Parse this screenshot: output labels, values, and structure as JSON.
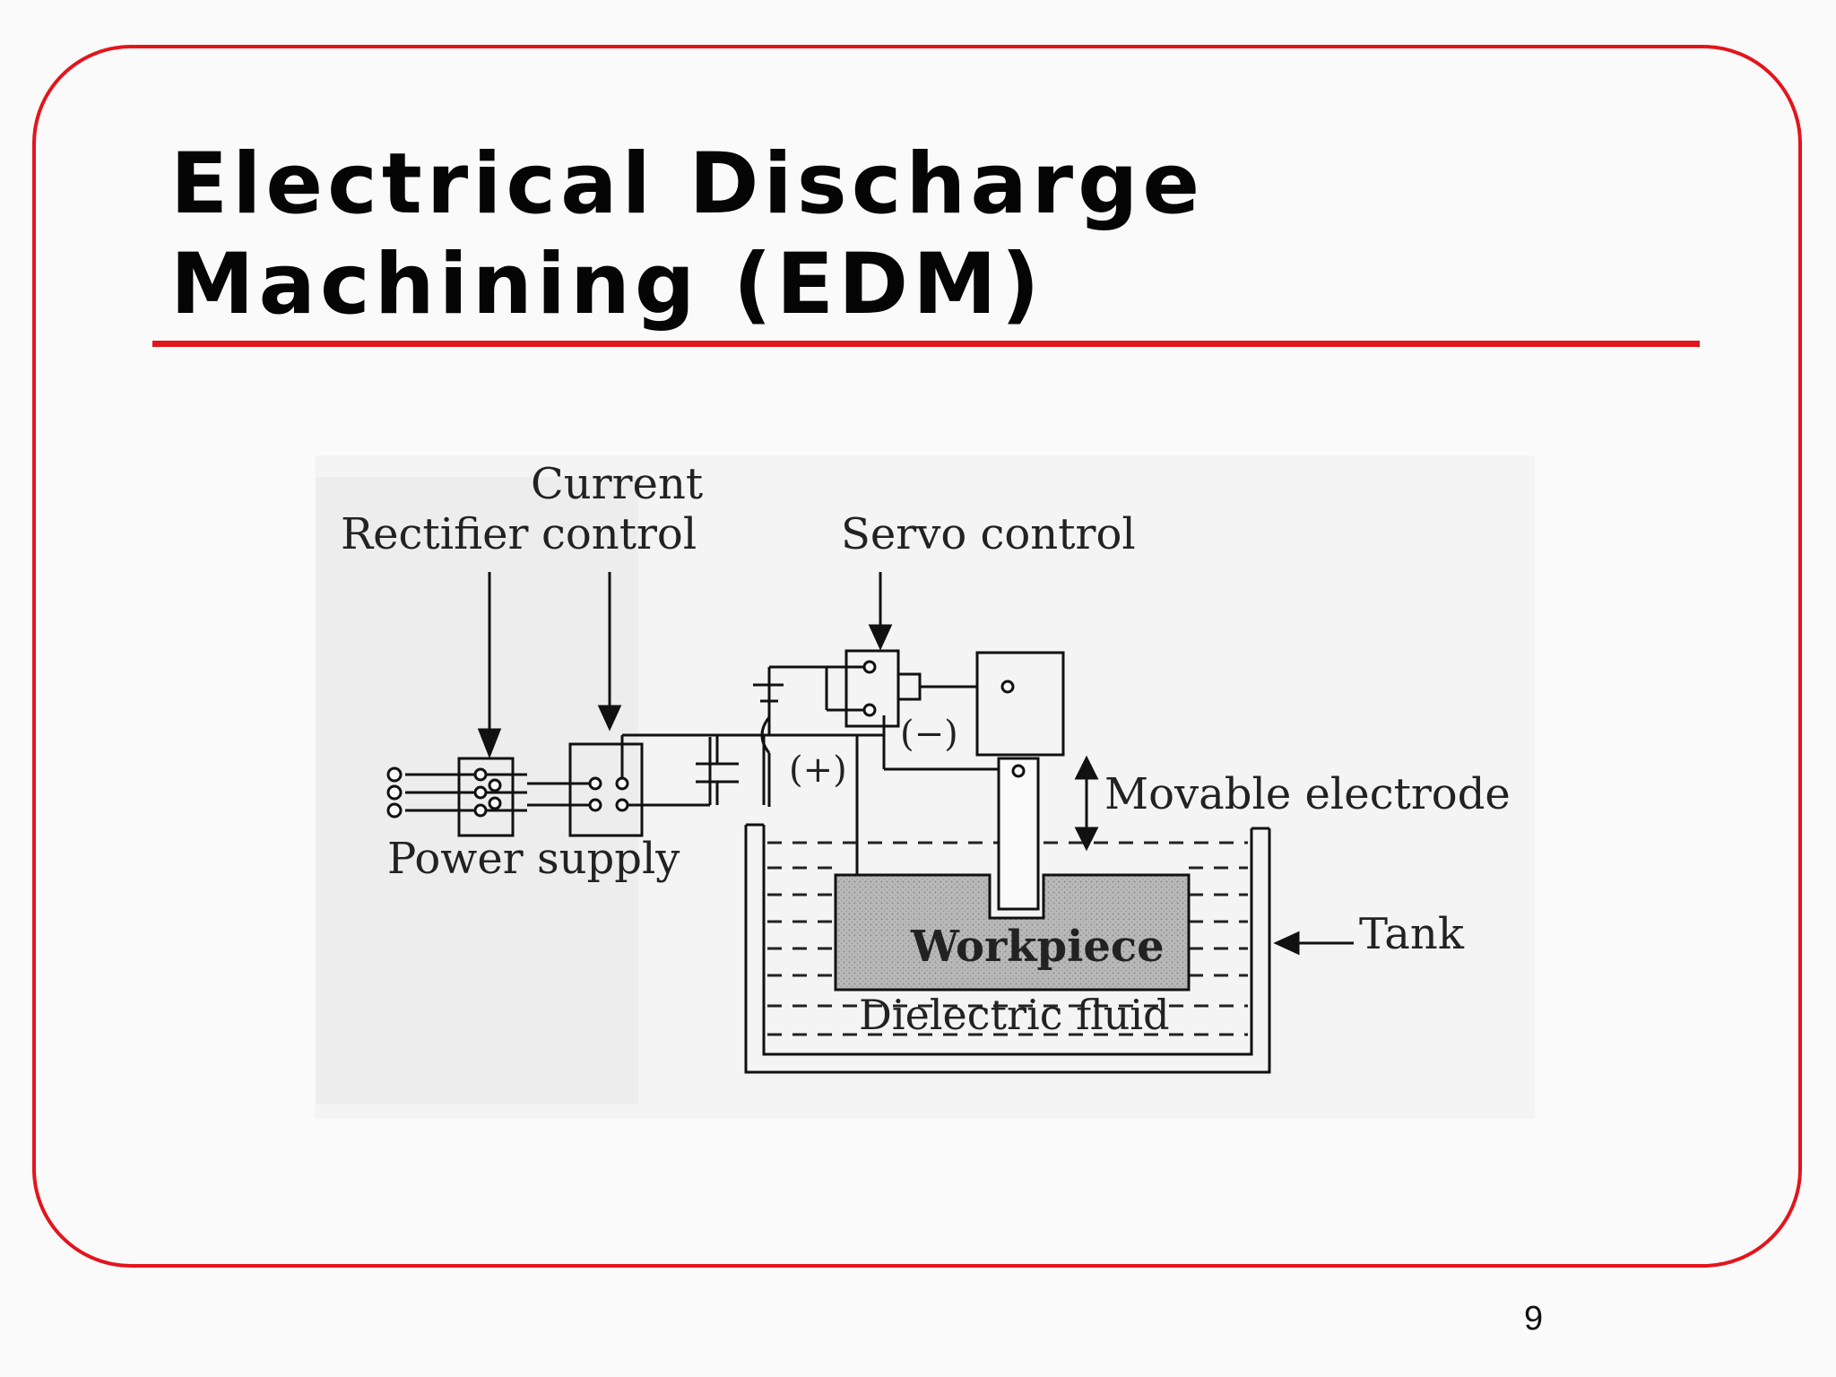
{
  "slide": {
    "title_line1": "Electrical Discharge",
    "title_line2": "Machining (EDM)",
    "page_number": "9",
    "accent_color": "#e3151c"
  },
  "diagram": {
    "labels": {
      "rectifier": "Rectifier",
      "current_line1": "Current",
      "current_line2": "control",
      "servo_control": "Servo control",
      "power_supply": "Power supply",
      "minus": "(−)",
      "plus": "(+)",
      "movable_electrode": "Movable electrode",
      "workpiece": "Workpiece",
      "dielectric_fluid": "Dielectric fluid",
      "tank": "Tank"
    }
  }
}
